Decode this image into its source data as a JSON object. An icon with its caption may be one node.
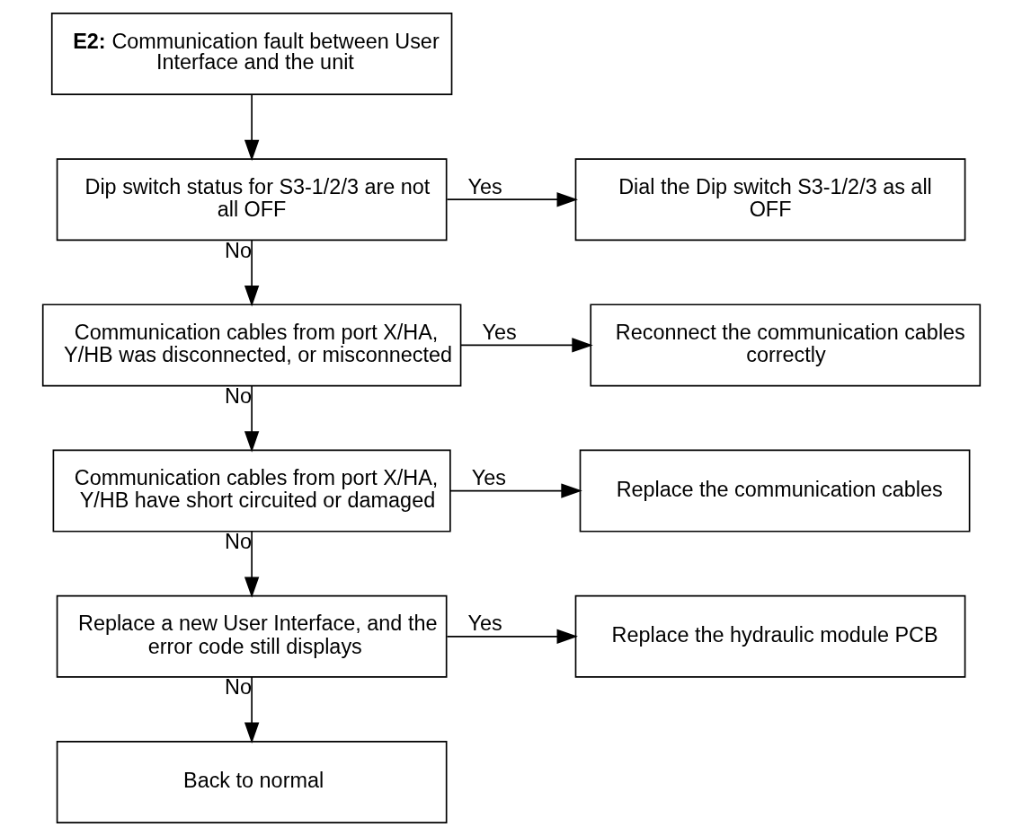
{
  "diagram": {
    "nodes": [
      {
        "text": [
          "**E2:** Communication fault between User Interface and the unit"
        ]
      },
      {
        "text": [
          "Dip switch status for S3-1/2/3 are not all OFF"
        ]
      },
      {
        "text": [
          "Dial the Dip switch S3-1/2/3 as all OFF"
        ]
      },
      {
        "text": [
          "Communication cables from port X/HA, Y/HB was disconnected, or misconnected"
        ]
      },
      {
        "text": [
          "Reconnect the communication cables correctly"
        ]
      },
      {
        "text": [
          "Communication cables from port X/HA, Y/HB have short circuited or damaged"
        ]
      },
      {
        "text": [
          "Replace the communication cables"
        ]
      },
      {
        "text": [
          "Replace a new User Interface, and the error code still displays"
        ]
      },
      {
        "text": [
          "Replace the hydraulic module PCB"
        ]
      },
      {
        "text": [
          "Back to normal"
        ]
      }
    ],
    "edges": [
      {
        "from": 0,
        "to": 1,
        "arrow": "to"
      },
      {
        "from": 1,
        "to": 2,
        "arrow": "to",
        "label": "Yes"
      },
      {
        "from": 1,
        "to": 3,
        "arrow": "to",
        "label": "No"
      },
      {
        "from": 3,
        "to": 4,
        "arrow": "to",
        "label": "Yes"
      },
      {
        "from": 3,
        "to": 5,
        "arrow": "to",
        "label": "No"
      },
      {
        "from": 5,
        "to": 6,
        "arrow": "to",
        "label": "Yes"
      },
      {
        "from": 5,
        "to": 7,
        "arrow": "to",
        "label": "No"
      },
      {
        "from": 7,
        "to": 8,
        "arrow": "to",
        "label": "Yes"
      },
      {
        "from": 7,
        "to": 9,
        "arrow": "to",
        "label": "No"
      }
    ]
  }
}
